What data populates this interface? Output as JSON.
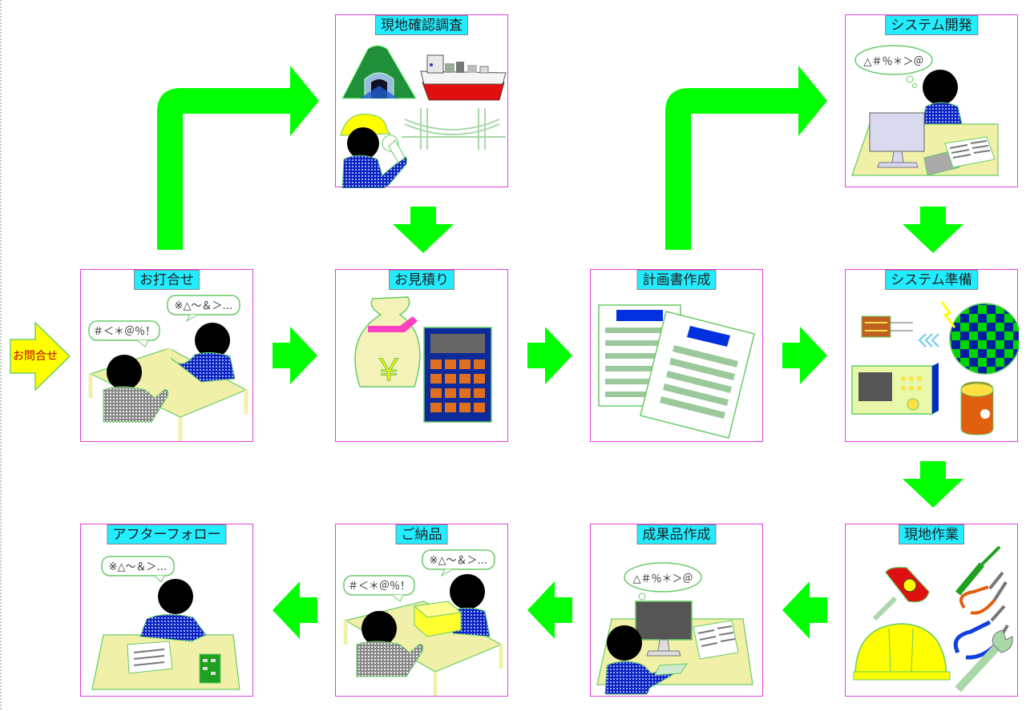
{
  "start": {
    "label": "お問合せ"
  },
  "steps": [
    {
      "label": "お打合せ"
    },
    {
      "label": "現地確認調査"
    },
    {
      "label": "お見積り"
    },
    {
      "label": "計画書作成"
    },
    {
      "label": "システム開発"
    },
    {
      "label": "システム準備"
    },
    {
      "label": "現地作業"
    },
    {
      "label": "成果品作成"
    },
    {
      "label": "ご納品"
    },
    {
      "label": "アフターフォロー"
    }
  ],
  "bubbles": {
    "meeting_right": "※△～＆＞…",
    "meeting_left": "＃＜＊＠％！",
    "dev": "△＃％＊＞＠",
    "report": "△＃％＊＞＠",
    "delivery_right": "※△～＆＞…",
    "delivery_left": "＃＜＊＠％！",
    "after": "※△～＆＞…"
  },
  "money_symbol": "￥",
  "colors": {
    "arrow": "#00ff00",
    "frame": "#e040e0",
    "label_bg": "#22ecff",
    "start_fill": "#ffff00",
    "start_text": "#c00000"
  }
}
